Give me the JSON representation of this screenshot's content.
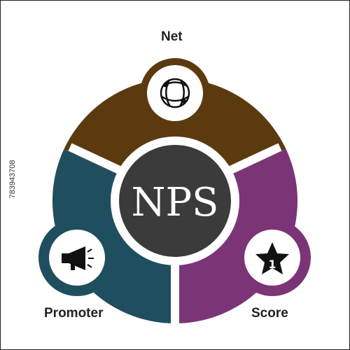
{
  "diagram": {
    "center_text": "NPS",
    "labels": {
      "top": "Net",
      "bottom_left": "Promoter",
      "bottom_right": "Score"
    },
    "segments": [
      {
        "name": "net-segment",
        "color": "#5c3a10",
        "icon": "globe-icon"
      },
      {
        "name": "promoter-segment",
        "color": "#1f4e5f",
        "icon": "megaphone-icon"
      },
      {
        "name": "score-segment",
        "color": "#7b3576",
        "icon": "star-icon"
      }
    ],
    "center_color": "#3b3b3b"
  },
  "stock_id": "783943708"
}
